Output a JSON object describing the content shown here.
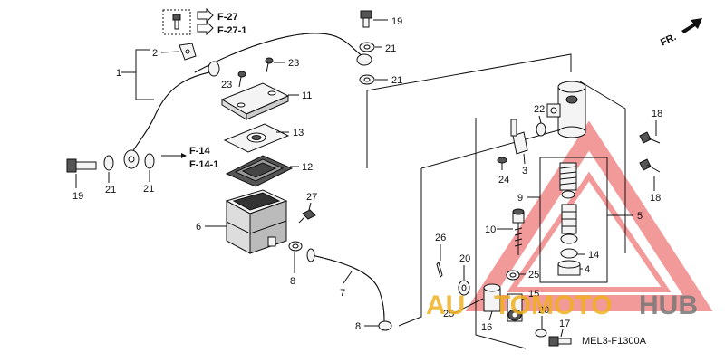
{
  "diagram": {
    "title_code": "MEL3-F1300A",
    "direction_label": "FR.",
    "refs": {
      "f27": "F-27",
      "f27_1": "F-27-1",
      "f14": "F-14",
      "f14_1": "F-14-1"
    },
    "callouts": {
      "c1": "1",
      "c2": "2",
      "c3": "3",
      "c4": "4",
      "c5": "5",
      "c6": "6",
      "c7": "7",
      "c8a": "8",
      "c8b": "8",
      "c9": "9",
      "c10": "10",
      "c11": "11",
      "c12": "12",
      "c13": "13",
      "c14": "14",
      "c15": "15",
      "c16": "16",
      "c17": "17",
      "c18a": "18",
      "c18b": "18",
      "c19a": "19",
      "c19b": "19",
      "c20a": "20",
      "c20b": "20",
      "c21a": "21",
      "c21b": "21",
      "c21c": "21",
      "c21d": "21",
      "c22": "22",
      "c23a": "23",
      "c23b": "23",
      "c24": "24",
      "c25a": "25",
      "c25b": "25",
      "c26": "26",
      "c27": "27"
    },
    "watermark": {
      "text_left": "AU",
      "text_mid": "TOMOTO",
      "text_right": "HUB",
      "color_primary": "#e84848",
      "color_accent": "#f0b020"
    }
  }
}
